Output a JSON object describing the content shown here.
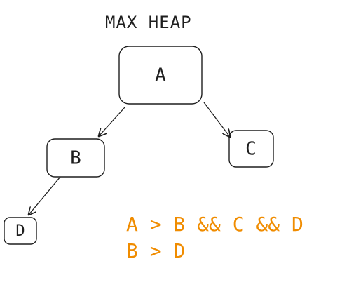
{
  "diagram": {
    "title": "MAX HEAP",
    "nodes": [
      {
        "id": "A",
        "label": "A"
      },
      {
        "id": "B",
        "label": "B"
      },
      {
        "id": "C",
        "label": "C"
      },
      {
        "id": "D",
        "label": "D"
      }
    ],
    "edges": [
      {
        "from": "A",
        "to": "B"
      },
      {
        "from": "A",
        "to": "C"
      },
      {
        "from": "B",
        "to": "D"
      }
    ],
    "notes": {
      "line1": "A > B && C && D",
      "line2": "B > D"
    },
    "colors": {
      "stroke": "#1e1e1e",
      "note": "#f08c00",
      "background": "#ffffff"
    }
  }
}
